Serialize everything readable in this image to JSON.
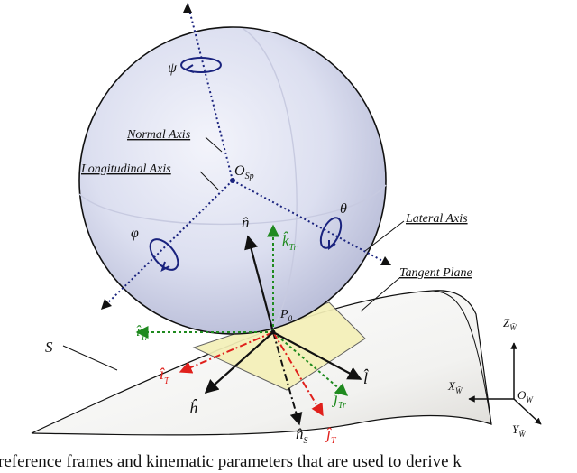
{
  "labels": {
    "normal_axis": "Normal Axis",
    "longitudinal_axis": "Longitudinal Axis",
    "lateral_axis": "Lateral Axis",
    "tangent_plane": "Tangent Plane",
    "o_sp": "O",
    "o_sp_sub": "Sp",
    "psi": "ψ",
    "theta": "θ",
    "phi": "φ",
    "surface": "S",
    "p0": "P",
    "p0_sub": "0",
    "n_hat": "n̂",
    "k_tr": "k̂",
    "k_tr_sub": "Tr",
    "i_tr": "î",
    "i_tr_sub": "Tr",
    "i_t": "î",
    "i_t_sub": "T",
    "h_hat": "ĥ",
    "n_s": "n̂",
    "n_s_sub": "S",
    "j_t": "ĵ",
    "j_t_sub": "T",
    "j_tr": "ĵ",
    "j_tr_sub": "Tr",
    "l_hat": "l̂",
    "z_w": "Z",
    "x_w": "X",
    "y_w": "Y",
    "o_w": "O",
    "w_sub": "W̄",
    "ow_sub": "W"
  },
  "caption": "reference frames and kinematic parameters that are used to derive k",
  "colors": {
    "sphere": "#d9dcef",
    "plane": "#f4f0b8",
    "red_vector": "#e0201c",
    "green_vector": "#1f8a1f",
    "axis_line": "#1a237e",
    "black": "#111111"
  }
}
